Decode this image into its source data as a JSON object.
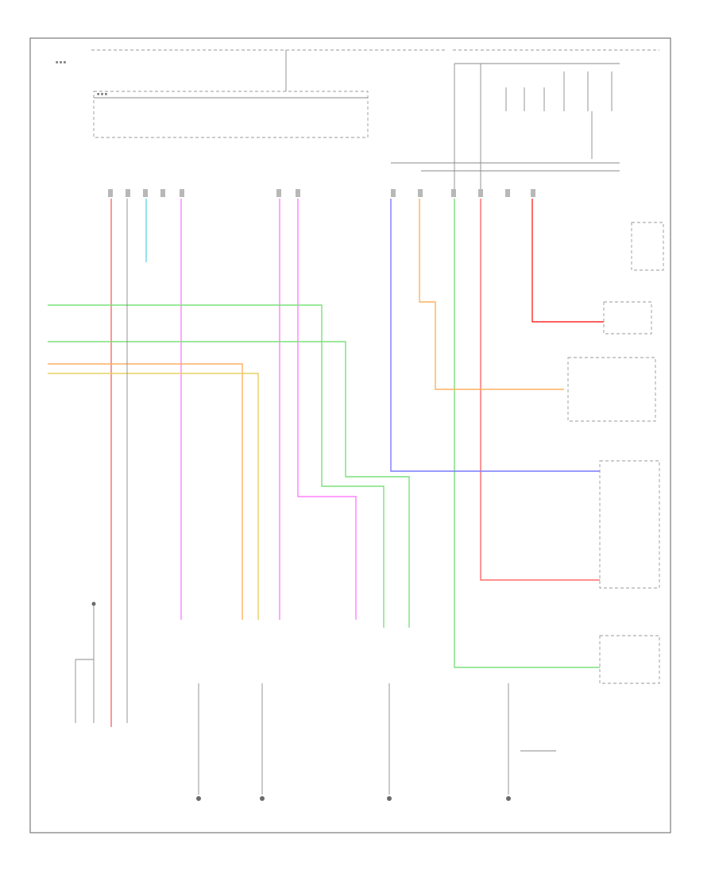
{
  "figure": {
    "code": ""
  },
  "colors": {
    "red": "#ff6a6a",
    "pink": "#ff80ff",
    "green": "#7be07b",
    "blue": "#7a7aff",
    "orange": "#ffb060",
    "yellow": "#e8d060",
    "cyan": "#60d8e0",
    "gray": "#8a8a8a",
    "deep_red": "#ff2a2a"
  },
  "nodes": [
    {
      "id": "lighting-module",
      "kind": "module",
      "label": ""
    },
    {
      "id": "fuse-block",
      "kind": "module",
      "label": ""
    },
    {
      "id": "left-switch-cluster",
      "kind": "module",
      "label": ""
    },
    {
      "id": "ground-left",
      "kind": "ground",
      "label": ""
    },
    {
      "id": "ground-center-left",
      "kind": "ground",
      "label": ""
    },
    {
      "id": "ground-center",
      "kind": "ground",
      "label": ""
    },
    {
      "id": "ground-right",
      "kind": "ground",
      "label": ""
    },
    {
      "id": "right-module-top",
      "kind": "module",
      "label": ""
    },
    {
      "id": "right-module-middle",
      "kind": "module",
      "label": ""
    },
    {
      "id": "right-module-lower",
      "kind": "module",
      "label": ""
    },
    {
      "id": "right-module-bottom",
      "kind": "module",
      "label": ""
    }
  ],
  "wires": [
    {
      "name": "wire-red-1",
      "color": "red"
    },
    {
      "name": "wire-red-2",
      "color": "red"
    },
    {
      "name": "wire-pink-1",
      "color": "pink"
    },
    {
      "name": "wire-pink-2",
      "color": "pink"
    },
    {
      "name": "wire-pink-3",
      "color": "pink"
    },
    {
      "name": "wire-green-1",
      "color": "green"
    },
    {
      "name": "wire-green-2",
      "color": "green"
    },
    {
      "name": "wire-green-3",
      "color": "green"
    },
    {
      "name": "wire-blue-1",
      "color": "blue"
    },
    {
      "name": "wire-orange-1",
      "color": "orange"
    },
    {
      "name": "wire-orange-2",
      "color": "orange"
    },
    {
      "name": "wire-yellow-1",
      "color": "yellow"
    },
    {
      "name": "wire-cyan-1",
      "color": "cyan"
    },
    {
      "name": "wire-deep-red-1",
      "color": "deep_red"
    }
  ]
}
